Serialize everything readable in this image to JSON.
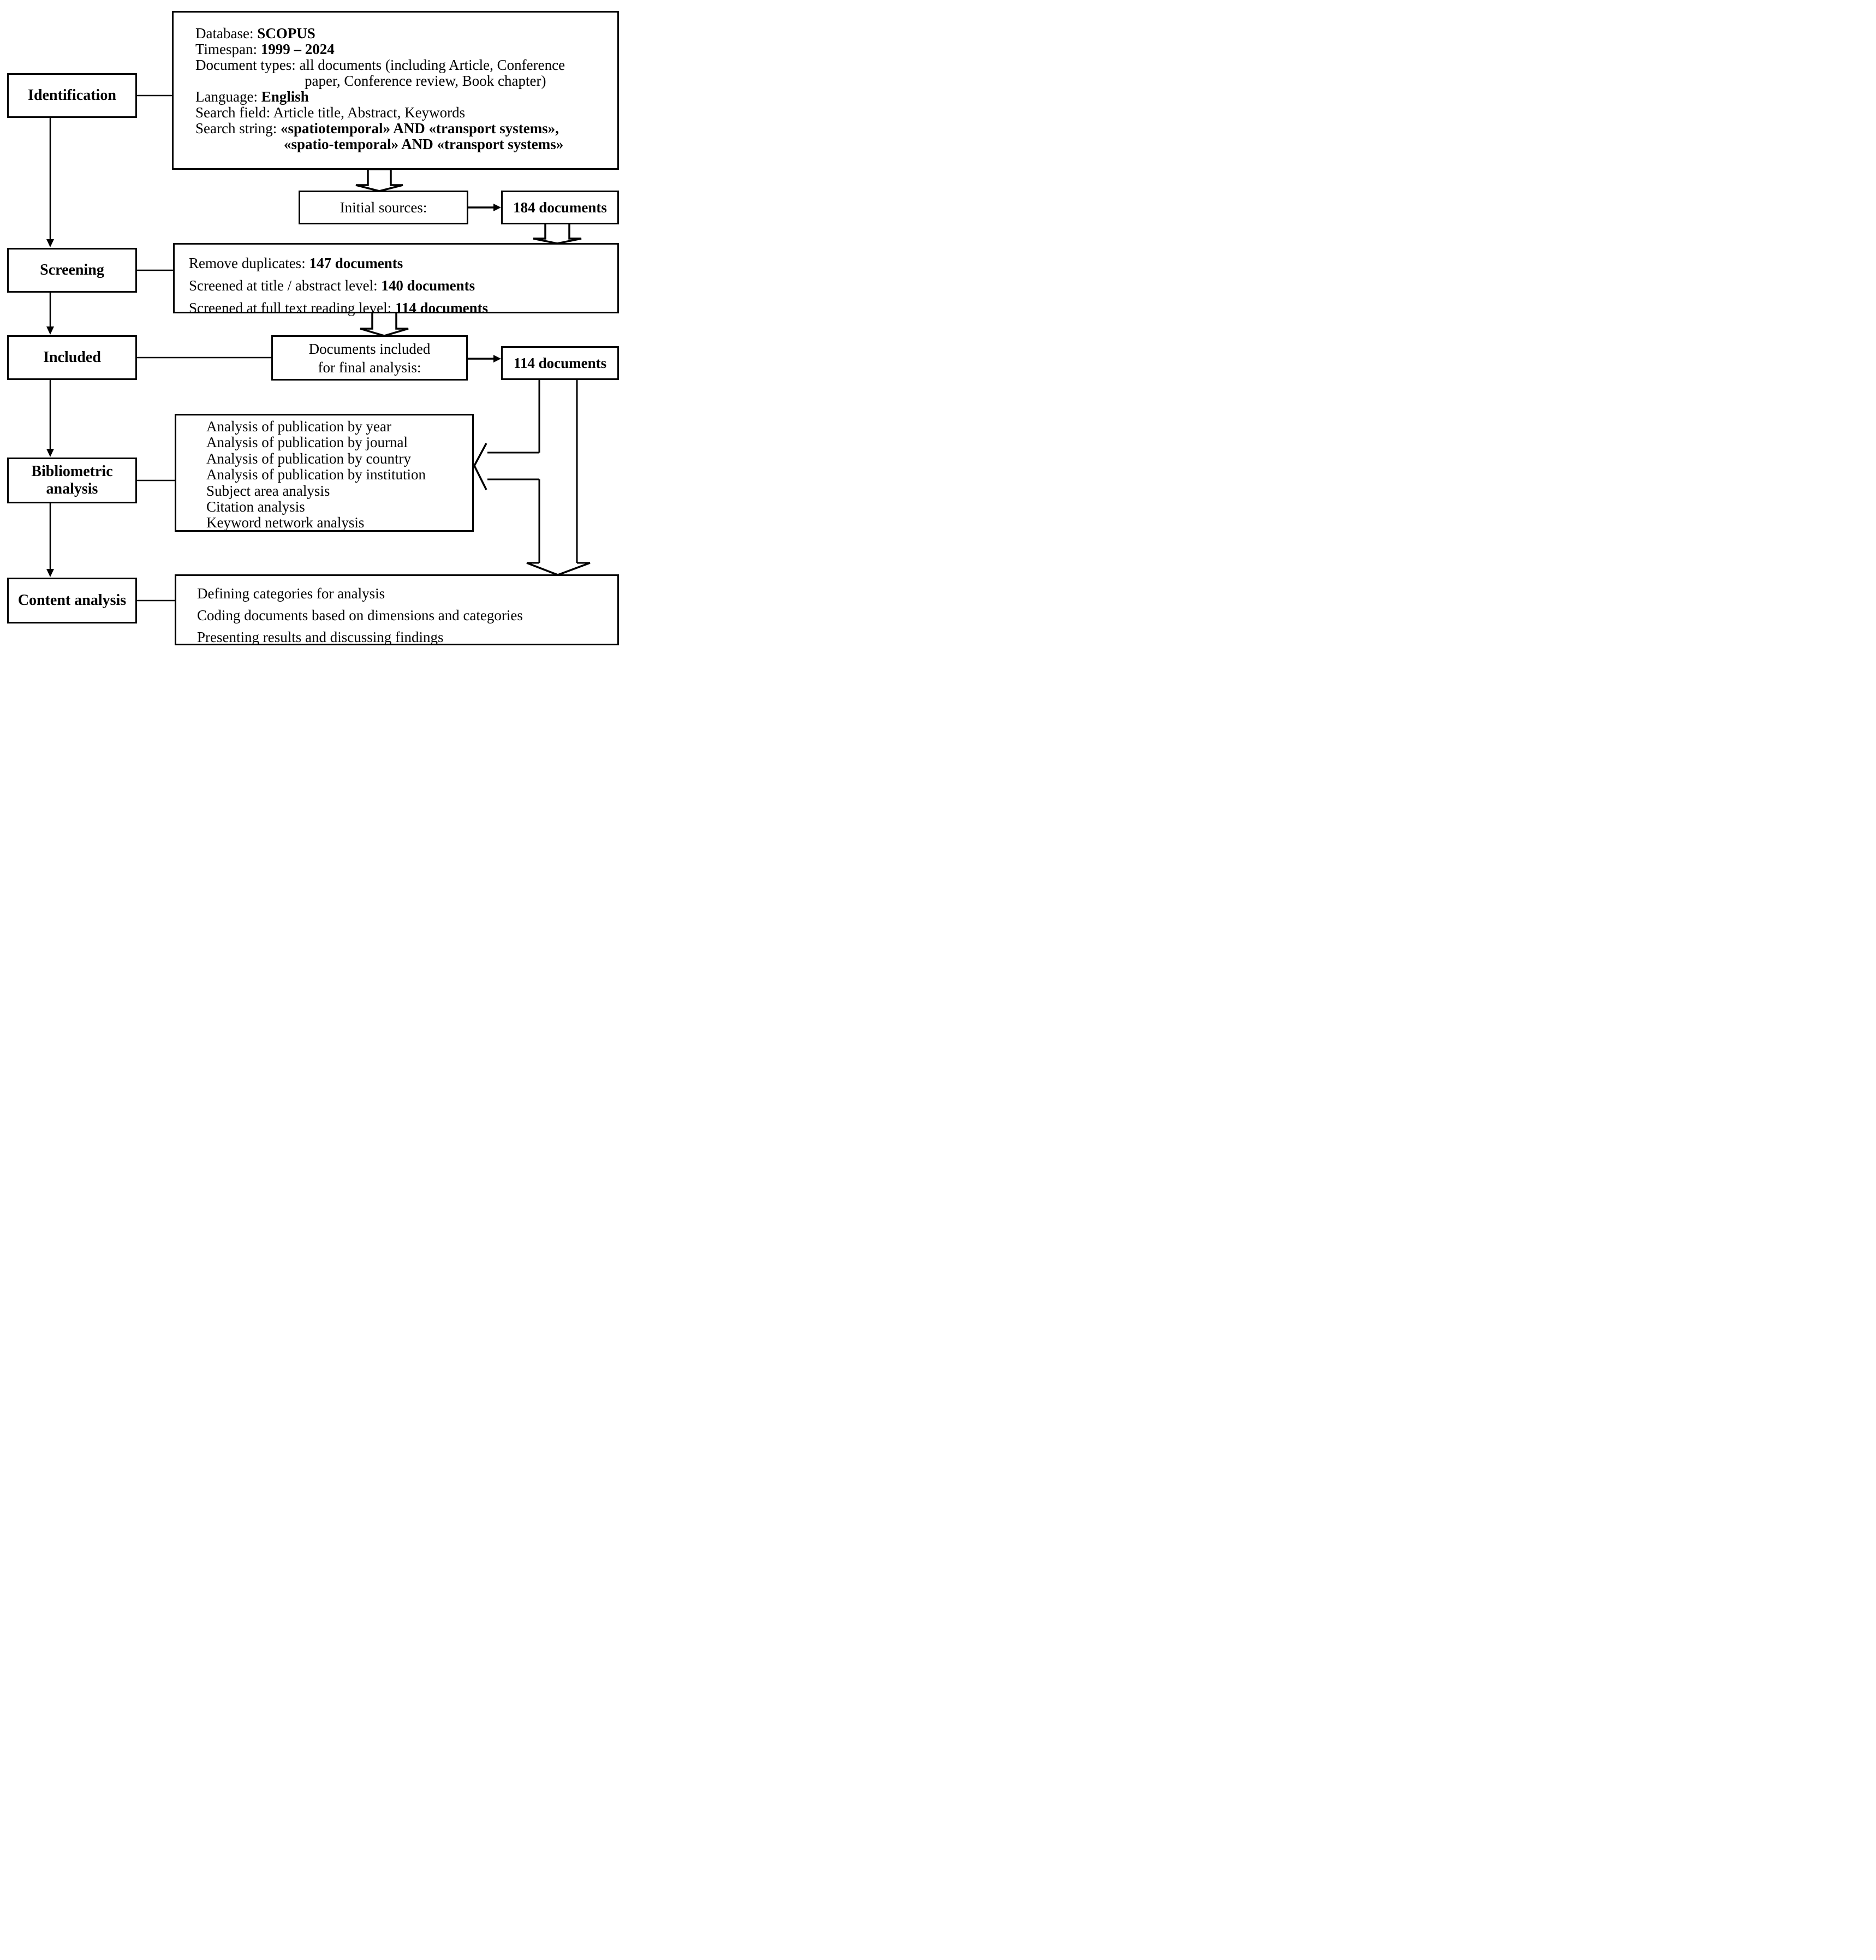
{
  "figure": {
    "title": "PRISMA-style literature selection and analysis flow diagram",
    "background_color": "#ffffff",
    "line_color": "#000000"
  },
  "stages": {
    "identification": "Identification",
    "screening": "Screening",
    "included": "Included",
    "bibliometric_line1": "Bibliometric",
    "bibliometric_line2": "analysis",
    "content": "Content analysis"
  },
  "search_criteria": {
    "database_label": "Database: ",
    "database_value": "SCOPUS",
    "timespan_label": "Timespan: ",
    "timespan_value": "1999 – 2024",
    "doc_types_line1": "Document types: all documents (including Article, Conference",
    "doc_types_line2": "paper, Conference review, Book chapter)",
    "language_label": "Language: ",
    "language_value": "English",
    "search_field": "Search field: Article title, Abstract, Keywords",
    "search_string_label": "Search string: ",
    "search_string_value_line1": "«spatiotemporal» AND «transport systems»,",
    "search_string_value_line2": "«spatio-temporal» AND «transport systems»"
  },
  "initial_sources": {
    "label": "Initial sources:",
    "count": "184 documents"
  },
  "screening_details": {
    "remove_duplicates_label": "Remove duplicates: ",
    "remove_duplicates_value": "147 documents",
    "title_abstract_label": "Screened at title / abstract level: ",
    "title_abstract_value": "140 documents",
    "full_text_label": "Screened at full text reading level: ",
    "full_text_value": "114 documents"
  },
  "included_details": {
    "line1": "Documents included",
    "line2": "for final analysis:",
    "count": "114 documents"
  },
  "bibliometric_details": {
    "items": [
      "Analysis of publication by year",
      "Analysis of publication by journal",
      "Analysis of publication by country",
      "Analysis of publication by institution",
      "Subject area analysis",
      "Citation analysis",
      "Keyword network analysis"
    ]
  },
  "content_details": {
    "items": [
      "Defining categories for analysis",
      "Coding documents based on dimensions and categories",
      "Presenting results and discussing findings"
    ]
  }
}
